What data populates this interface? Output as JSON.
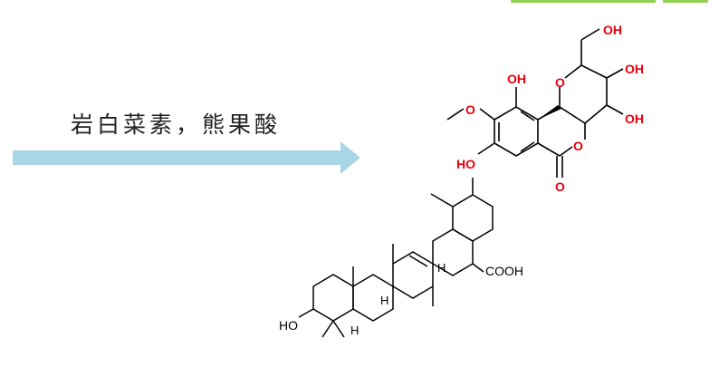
{
  "caption": "岩白菜素，熊果酸",
  "colors": {
    "arrow": "#a9d6e6",
    "oxygen_red": "#e8000b",
    "bond_black": "#000000",
    "top_bar": "#92d050"
  },
  "bergenin": {
    "labels": {
      "oh_top": "OH",
      "oh_right_upper": "OH",
      "oh_right_lower": "OH",
      "oh_phenol_top": "OH",
      "ring_o_pyran": "O",
      "ring_o_lactone": "O",
      "carbonyl_o": "O",
      "ho_left": "HO"
    }
  },
  "ursolic": {
    "labels": {
      "cooh": "COOH",
      "ho": "HO",
      "h1": "H",
      "h2": "H",
      "h3": "H"
    }
  }
}
